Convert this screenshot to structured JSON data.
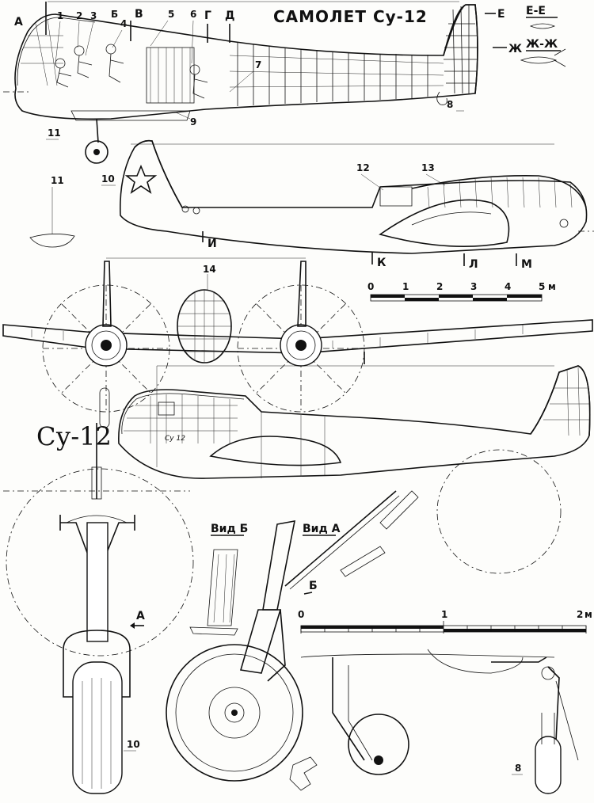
{
  "title": "САМОЛЕТ Су-12",
  "big_label": "Су-12",
  "fuselage_label": "Су 12",
  "sections": {
    "e_e": "Е-Е",
    "zh_zh": "Ж-Ж",
    "e": "Е",
    "zh": "Ж",
    "a": "А",
    "b": "Б",
    "v": "В",
    "g": "Г",
    "d": "Д",
    "i": "И",
    "k": "К",
    "l": "Л",
    "m": "М"
  },
  "callouts": {
    "c1": "1",
    "c2": "2",
    "c3": "3",
    "c4": "4",
    "c5": "5",
    "c6": "6",
    "c7": "7",
    "c8": "8",
    "c9": "9",
    "c10": "10",
    "c11": "11",
    "c12": "12",
    "c13": "13",
    "c14": "14",
    "c10b": "10",
    "c8b": "8",
    "c11b": "11"
  },
  "views": {
    "vid_b": "Вид Б",
    "vid_a": "Вид А",
    "arrow_a": "А",
    "arrow_b": "Б"
  },
  "scale_top": {
    "ticks": [
      "0",
      "1",
      "2",
      "3",
      "4",
      "5"
    ],
    "unit": "м"
  },
  "scale_bottom": {
    "ticks": [
      "0",
      "1",
      "2"
    ],
    "unit": "м"
  }
}
